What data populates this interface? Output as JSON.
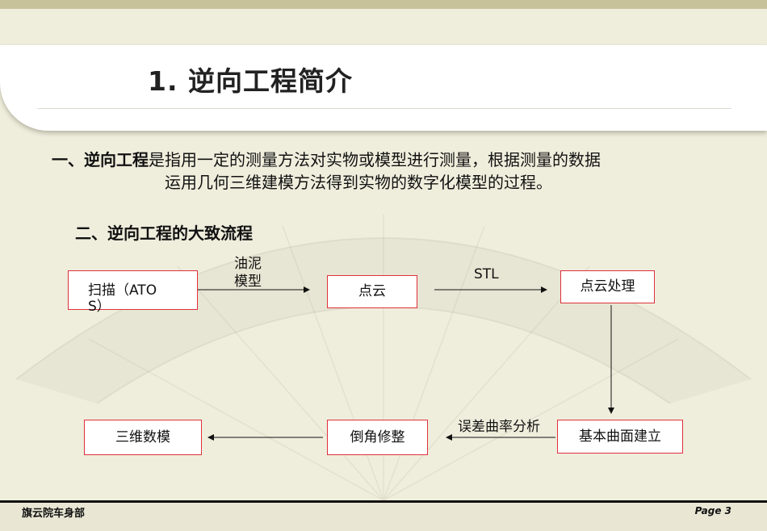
{
  "slide": {
    "title": "1. 逆向工程简介",
    "intro_lead": "一、逆向工程",
    "intro_rest_line1": "是指用一定的测量方法对实物或模型进行测量，根据测量的数据",
    "intro_line2": "运用几何三维建模方法得到实物的数字化模型的过程。",
    "section2_heading": "二、逆向工程的大致流程"
  },
  "flow": {
    "scan_box_line1": "扫描（ATO",
    "scan_box_line2": "S）",
    "edge_scan_label_line1": "油泥",
    "edge_scan_label_line2": "模型",
    "cloud_box": "点云",
    "edge_stl_label": "STL",
    "cloud_processing_box": "点云处理",
    "surface_box": "基本曲面建立",
    "edge_error_label": "误差曲率分析",
    "fillet_box": "倒角修整",
    "modeling_box": "三维数模"
  },
  "footer": {
    "left": "旗云院车身部",
    "right": "Page 3"
  },
  "colors": {
    "box_border": "#e0303a",
    "top_bar": "#c7c29a",
    "background": "#efeedd"
  }
}
